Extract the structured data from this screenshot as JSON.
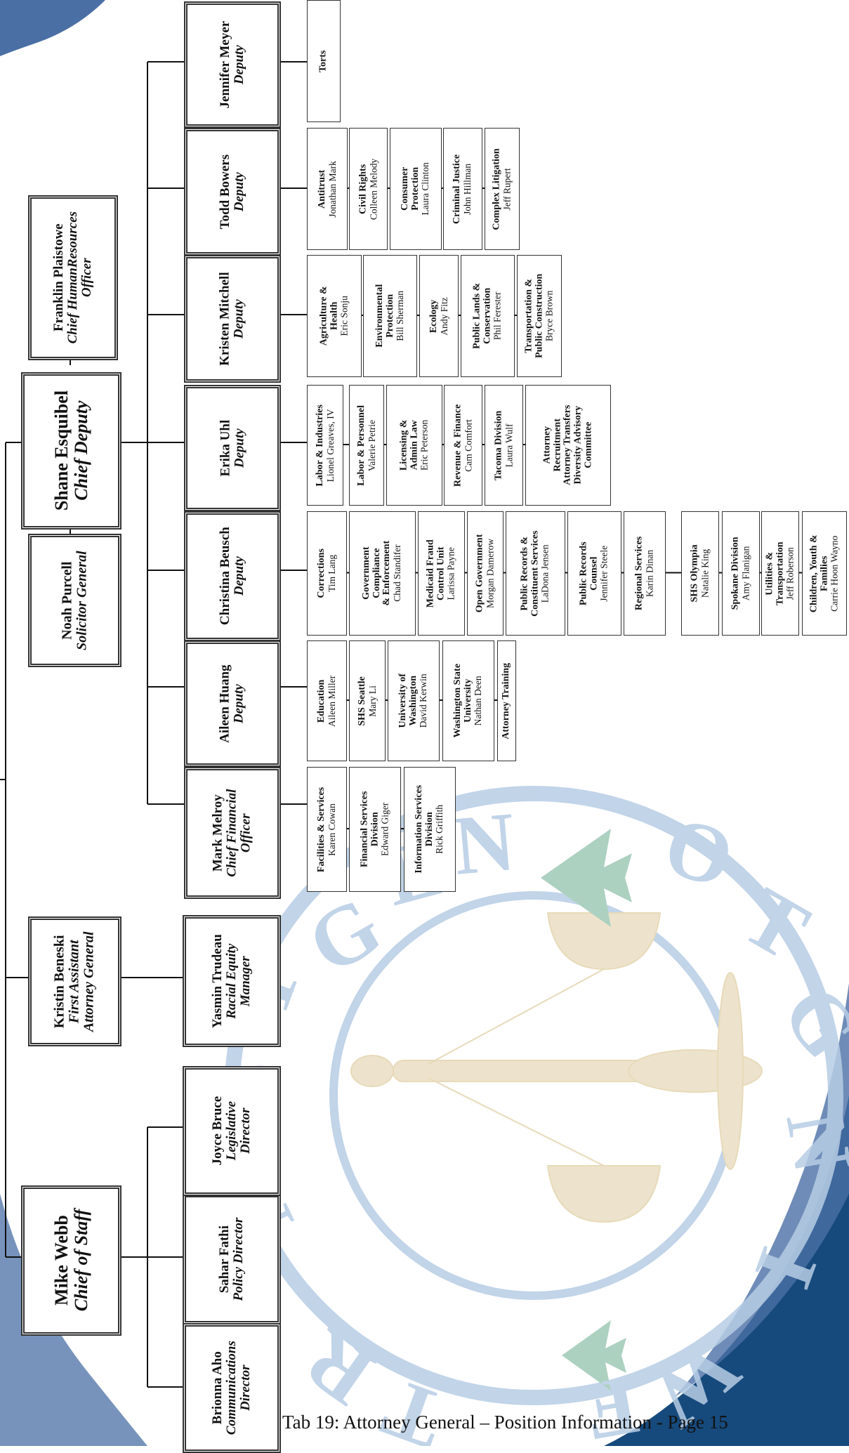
{
  "footer": "Tab 19: Attorney General – Position Information - Page 15",
  "colors": {
    "dark_blue": "#174a7c",
    "mid_blue": "#4a6fa5",
    "light_blue": "#b7cde5",
    "seal_tan": "#eadfc4",
    "tree_green": "#9fc9b6"
  },
  "seal": {
    "ring_top": "GENERAL",
    "ring_right": "WASHINGTON",
    "ring_bottom": "OF WA",
    "ring_left": "ATTORNEY"
  },
  "top_level": {
    "mike_webb": {
      "name": "Mike Webb",
      "title": "Chief of Staff"
    },
    "kristin_beneski": {
      "name": "Kristin Beneski",
      "title_1": "First Assistant",
      "title_2": "Attorney General"
    },
    "noah_purcell": {
      "name": "Noah Purcell",
      "title": "Solicitor General"
    },
    "shane_esquibel": {
      "name": "Shane Esquibel",
      "title": "Chief Deputy"
    },
    "franklin_plaistowe": {
      "name": "Franklin Plaistowe",
      "title_1": "Chief HumanResources",
      "title_2": "Officer"
    }
  },
  "staff": {
    "brionna_aho": {
      "name": "Brionna Aho",
      "title_1": "Communications",
      "title_2": "Director"
    },
    "sahar_fathi": {
      "name": "Sahar Fathi",
      "title": "Policy Director"
    },
    "joyce_bruce": {
      "name": "Joyce Bruce",
      "title_1": "Legislative",
      "title_2": "Director"
    },
    "yasmin_trudeau": {
      "name": "Yasmin Trudeau",
      "title_1": "Racial Equity",
      "title_2": "Manager"
    }
  },
  "deputies": {
    "mark_melroy": {
      "name": "Mark Melroy",
      "title_1": "Chief Financial",
      "title_2": "Officer"
    },
    "aileen_huang": {
      "name": "Aileen Huang",
      "title": "Deputy"
    },
    "christina_beusch": {
      "name": "Christina Beusch",
      "title": "Deputy"
    },
    "erika_uhl": {
      "name": "Erika Uhl",
      "title": "Deputy"
    },
    "kristen_mitchell": {
      "name": "Kristen Mitchell",
      "title": "Deputy"
    },
    "todd_bowers": {
      "name": "Todd Bowers",
      "title": "Deputy"
    },
    "jennifer_meyer": {
      "name": "Jennifer Meyer",
      "title": "Deputy"
    }
  },
  "divisions": {
    "melroy": [
      {
        "h": [
          "Facilities & Services"
        ],
        "p": "Karen Cowan"
      },
      {
        "h": [
          "Financial Services",
          "Division"
        ],
        "p": "Edward Giger"
      },
      {
        "h": [
          "Information Services",
          "Division"
        ],
        "p": "Rick Griffith"
      }
    ],
    "huang": [
      {
        "h": [
          "Education"
        ],
        "p": "Aileen Miller"
      },
      {
        "h": [
          "SHS Seattle"
        ],
        "p": "Mary Li"
      },
      {
        "h": [
          "University of",
          "Washington"
        ],
        "p": "David Kerwin"
      },
      {
        "h": [
          "Washington State",
          "University"
        ],
        "p": "Nathan Deen"
      },
      {
        "h": [
          "Attorney Training"
        ],
        "p": ""
      }
    ],
    "beusch": [
      {
        "h": [
          "Corrections"
        ],
        "p": "Tim Lang"
      },
      {
        "h": [
          "Government",
          "Compliance",
          "& Enforcement"
        ],
        "p": "Chad Standifer"
      },
      {
        "h": [
          "Medicaid Fraud",
          "Control Unit"
        ],
        "p": "Larissa Payne"
      },
      {
        "h": [
          "Open Government"
        ],
        "p": "Morgan Damerow"
      },
      {
        "h": [
          "Public Records &",
          "Constituent Services"
        ],
        "p": "LaDona Jensen"
      },
      {
        "h": [
          "Public Records",
          "Counsel"
        ],
        "p": "Jennifer Steele"
      },
      {
        "h": [
          "Regional Services"
        ],
        "p": "Karin Dinan"
      },
      {
        "h": [
          "SHS Olympia"
        ],
        "p": "Natalie King"
      },
      {
        "h": [
          "Spokane Division"
        ],
        "p": "Amy Flanigan"
      },
      {
        "h": [
          "Utilities &",
          "Transportation"
        ],
        "p": "Jeff Roberson"
      },
      {
        "h": [
          "Children, Youth &",
          "Families"
        ],
        "p": "Carrie Hoon Wayno"
      }
    ],
    "uhl": [
      {
        "h": [
          "Labor & Industries"
        ],
        "p": "Lionel Greaves, IV"
      },
      {
        "h": [
          "Labor & Personnel"
        ],
        "p": "Valerie Petrie"
      },
      {
        "h": [
          "Licensing &",
          "Admin Law"
        ],
        "p": "Eric Peterson"
      },
      {
        "h": [
          "Revenue & Finance"
        ],
        "p": "Cam Comfort"
      },
      {
        "h": [
          "Tacoma Division"
        ],
        "p": "Laura Wulf"
      },
      {
        "h": [
          "Attorney",
          "Recruitment",
          "Attorney Transfers",
          "Diversity Advisory",
          "Committee"
        ],
        "p": ""
      }
    ],
    "mitchell": [
      {
        "h": [
          "Agriculture &",
          "Health"
        ],
        "p": "Eric Sonju"
      },
      {
        "h": [
          "Environmental",
          "Protection"
        ],
        "p": "Bill Sherman"
      },
      {
        "h": [
          "Ecology"
        ],
        "p": "Andy Fitz"
      },
      {
        "h": [
          "Public Lands &",
          "Conservation"
        ],
        "p": "Phil Ferester"
      },
      {
        "h": [
          "Transportation &",
          "Public Construction"
        ],
        "p": "Bryce Brown"
      }
    ],
    "bowers": [
      {
        "h": [
          "Antitrust"
        ],
        "p": "Jonathan Mark"
      },
      {
        "h": [
          "Civil Rights"
        ],
        "p": "Colleen Melody"
      },
      {
        "h": [
          "Consumer",
          "Protection"
        ],
        "p": "Laura Clinton"
      },
      {
        "h": [
          "Criminal Justice"
        ],
        "p": "John Hillman"
      },
      {
        "h": [
          "Complex Litigation"
        ],
        "p": "Jeff Rupert"
      }
    ],
    "meyer": [
      {
        "h": [
          "Torts"
        ],
        "p": ""
      }
    ]
  }
}
